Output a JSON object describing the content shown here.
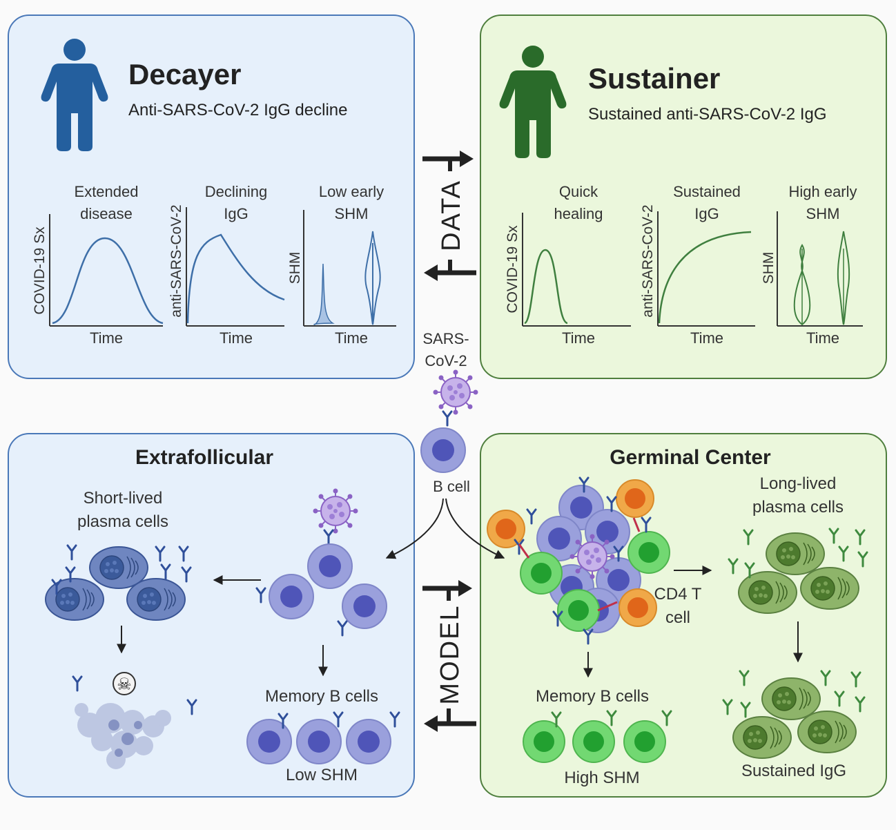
{
  "colors": {
    "blue_border": "#4a78b8",
    "blue_fill": "#e6f0fb",
    "green_border": "#4f7f3e",
    "green_fill": "#ebf7dc",
    "blue_person": "#245f9e",
    "green_person": "#2a6b2a",
    "plot_blue": "#3e6fa8",
    "plot_green": "#3f7f3f",
    "cell_purple": "#8f96d6",
    "cell_nucleus": "#4f55b8",
    "cell_green": "#6fd36f",
    "cell_green_nucleus": "#2aa63a",
    "t_cell": "#f0a040",
    "t_cell_nucleus": "#e06a1a",
    "plasma_blue": "#4a68a8",
    "plasma_green": "#6e9a4e"
  },
  "decayer": {
    "title": "Decayer",
    "subtitle": "Anti-SARS-CoV-2 IgG decline",
    "plots": [
      {
        "title_line1": "Extended",
        "title_line2": "disease",
        "ylabel": "COVID-19 Sx",
        "xlabel": "Time"
      },
      {
        "title_line1": "Declining",
        "title_line2": "IgG",
        "ylabel": "anti-SARS-CoV-2",
        "xlabel": "Time"
      },
      {
        "title_line1": "Low early",
        "title_line2": "SHM",
        "ylabel": "SHM",
        "xlabel": "Time"
      }
    ]
  },
  "sustainer": {
    "title": "Sustainer",
    "subtitle": "Sustained anti-SARS-CoV-2 IgG",
    "plots": [
      {
        "title_line1": "Quick",
        "title_line2": "healing",
        "ylabel": "COVID-19 Sx",
        "xlabel": "Time"
      },
      {
        "title_line1": "Sustained",
        "title_line2": "IgG",
        "ylabel": "anti-SARS-CoV-2",
        "xlabel": "Time"
      },
      {
        "title_line1": "High early",
        "title_line2": "SHM",
        "ylabel": "SHM",
        "xlabel": "Time"
      }
    ]
  },
  "center": {
    "data_label": "DATA",
    "model_label": "MODEL",
    "virus_line1": "SARS-",
    "virus_line2": "CoV-2",
    "b_cell_label": "B cell"
  },
  "extrafollicular": {
    "title": "Extrafollicular",
    "short_lived_line1": "Short-lived",
    "short_lived_line2": "plasma cells",
    "memory_label": "Memory B cells",
    "shm_label": "Low SHM",
    "skull_glyph": "☠"
  },
  "germinal": {
    "title": "Germinal Center",
    "long_lived_line1": "Long-lived",
    "long_lived_line2": "plasma cells",
    "cd4_line1": "CD4 T",
    "cd4_line2": "cell",
    "memory_label": "Memory B cells",
    "shm_label": "High SHM",
    "sustained_label": "Sustained IgG"
  }
}
